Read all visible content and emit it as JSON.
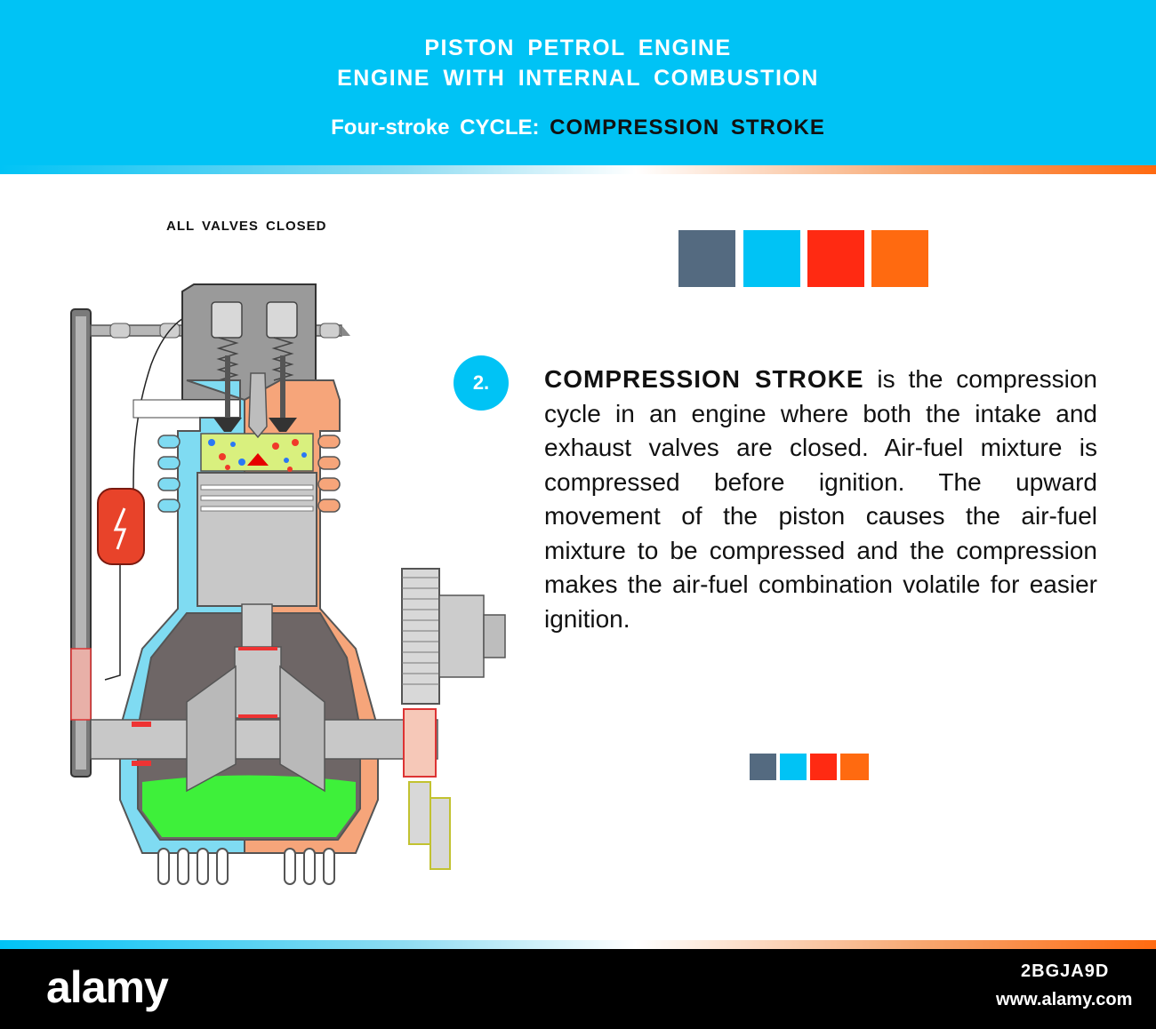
{
  "header": {
    "title_line1": "PISTON PETROL ENGINE",
    "title_line2": "ENGINE WITH INTERNAL COMBUSTION",
    "subtitle_prefix": "Four-stroke CYCLE:",
    "subtitle_stroke": "COMPRESSION STROKE"
  },
  "diagram": {
    "valves_label": "ALL VALVES CLOSED"
  },
  "step": {
    "number": "2.",
    "term": "COMPRESSION STROKE",
    "text": " is the compression cycle in an engine where both the intake and exhaust valves are closed. Air-fuel mixture is compressed before ignition. The upward movement of the piston causes the air-fuel mixture to be compressed and the compression makes the air-fuel combination volatile for easier ignition."
  },
  "palette": {
    "colors": [
      "#546a80",
      "#00c3f5",
      "#ff2a12",
      "#ff6a10"
    ]
  },
  "watermark": {
    "logo": "alamy",
    "image_id": "2BGJA9D",
    "url": "www.alamy.com"
  }
}
